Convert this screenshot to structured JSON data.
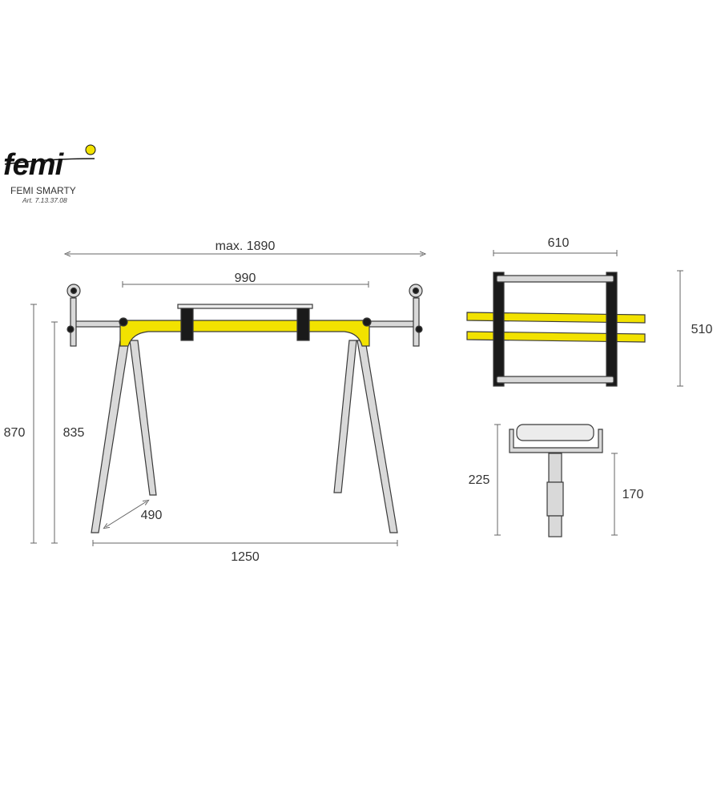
{
  "brand": {
    "logo": "femi",
    "model": "FEMI SMARTY",
    "article": "Art. 7.13.37.08"
  },
  "colors": {
    "accent_yellow": "#f2e200",
    "outline": "#3a3a3a",
    "metal_light": "#d9d9d9",
    "pad_dark": "#1a1a1a",
    "dim_line": "#666666"
  },
  "dimensions": {
    "max_length": "max. 1890",
    "beam_length": "990",
    "total_height": "870",
    "beam_height": "835",
    "leg_spread": "490",
    "base_width": "1250",
    "roller_width": "610",
    "roller_depth": "510",
    "support_height": "225",
    "post_height": "170"
  }
}
